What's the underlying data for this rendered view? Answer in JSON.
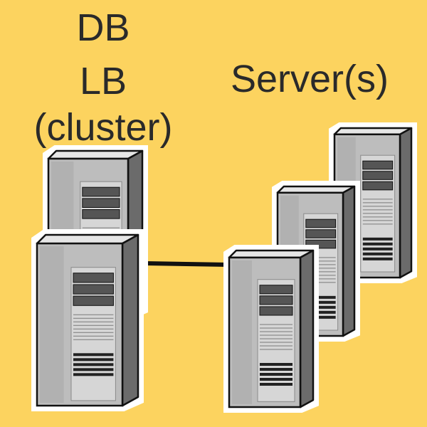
{
  "labels": {
    "db": "DB",
    "lb": "LB",
    "cluster": "(cluster)",
    "servers": "Server(s)"
  },
  "colors": {
    "background": "#fcd35f",
    "outline": "#111111",
    "halo": "#ffffff",
    "tower_front": "#bdbdbd",
    "tower_side": "#6b6b6b",
    "tower_top": "#e6e6e6",
    "bay": "#555555",
    "vent": "#222222",
    "connector": "#111111"
  },
  "icons": {
    "db_lb_cluster": [
      "server-tower-icon",
      "server-tower-icon"
    ],
    "servers": [
      "server-tower-icon",
      "server-tower-icon",
      "server-tower-icon"
    ]
  }
}
